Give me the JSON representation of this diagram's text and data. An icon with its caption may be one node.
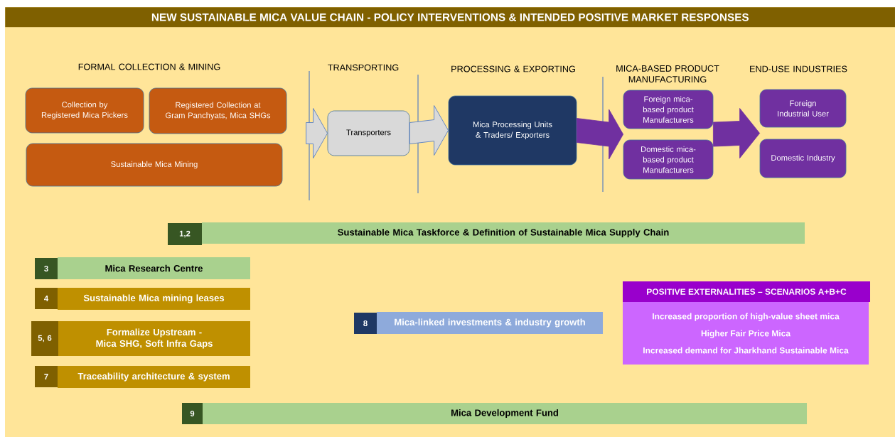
{
  "diagram": {
    "title": "NEW SUSTAINABLE MICA VALUE CHAIN - POLICY INTERVENTIONS & INTENDED POSITIVE MARKET RESPONSES",
    "nodes": [
      {
        "text": [
          "Collection by Registered Mica Pickers"
        ]
      },
      {
        "text": [
          "Registered Collection at Gram  Panchyats, Mica SHGs"
        ]
      },
      {
        "text": [
          "Sustainable Mica Mining"
        ]
      },
      {
        "text": [
          "Transporters"
        ]
      },
      {
        "text": [
          "Mica Processing Units & Traders/ Exporters"
        ]
      },
      {
        "text": [
          "Foreign mica-based product Manufacturers"
        ]
      },
      {
        "text": [
          "Domestic mica-based product Manufacturers"
        ]
      },
      {
        "text": [
          "Foreign Industrial User"
        ]
      },
      {
        "text": [
          "Domestic Industry"
        ]
      },
      {
        "text": [
          "1,2",
          "Sustainable Mica Taskforce & Definition of Sustainable Mica Supply Chain"
        ]
      },
      {
        "text": [
          "3",
          "Mica Research Centre"
        ]
      },
      {
        "text": [
          "4",
          "Sustainable Mica mining leases"
        ]
      },
      {
        "text": [
          "5, 6",
          "Formalize Upstream - Mica SHG, Soft Infra Gaps"
        ]
      },
      {
        "text": [
          "7",
          "Traceability architecture & system"
        ]
      },
      {
        "text": [
          "8",
          "Mica-linked investments & industry growth"
        ]
      },
      {
        "text": [
          "POSITIVE EXTERNALITIES – SCENARIOS A+B+C",
          "Increased proportion of high-value sheet mica",
          "Higher Fair Price Mica",
          "Increased demand for Jharkhand Sustainable Mica"
        ]
      },
      {
        "text": [
          "9",
          "Mica Development Fund"
        ]
      }
    ],
    "edges": [
      {
        "from": null,
        "to": 3,
        "arrow": "to",
        "color": "#d9d9d9"
      },
      {
        "from": 3,
        "to": 4,
        "arrow": "to",
        "color": "#d9d9d9"
      },
      {
        "from": 4,
        "to": 5,
        "arrow": "to"
      },
      {
        "from": 4,
        "to": 6,
        "arrow": "to"
      },
      {
        "from": 5,
        "to": 7,
        "arrow": "to"
      },
      {
        "from": 5,
        "to": 8,
        "arrow": "to"
      },
      {
        "from": 6,
        "to": 7,
        "arrow": "to"
      },
      {
        "from": 6,
        "to": 8,
        "arrow": "to"
      }
    ],
    "labels": [
      "FORMAL COLLECTION & MINING",
      "TRANSPORTING",
      "PROCESSING & EXPORTING",
      "MICA-BASED PRODUCT MANUFACTURING",
      "END-USE INDUSTRIES"
    ]
  }
}
